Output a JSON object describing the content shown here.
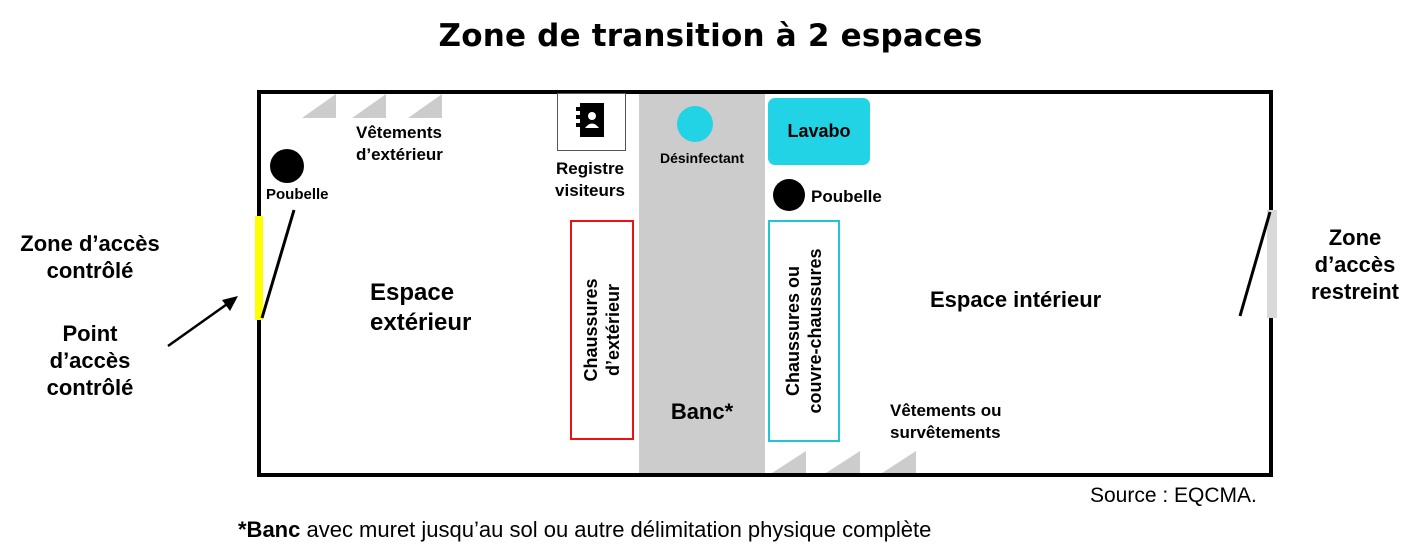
{
  "title": "Zone de transition à 2 espaces",
  "left_labels": {
    "zone": [
      "Zone d’accès",
      "contrôlé"
    ],
    "point": [
      "Point",
      "d’accès",
      "contrôlé"
    ]
  },
  "right_label": [
    "Zone",
    "d’accès",
    "restreint"
  ],
  "outer": {
    "clothes": [
      "Vêtements",
      "d’extérieur"
    ],
    "bin": "Poubelle",
    "space": [
      "Espace",
      "extérieur"
    ],
    "register": [
      "Registre",
      "visiteurs"
    ],
    "shoes": [
      "Chaussures",
      "d’extérieur"
    ]
  },
  "bench": {
    "disinfectant": "Désinfectant",
    "label": "Banc*"
  },
  "inner": {
    "sink": "Lavabo",
    "bin": "Poubelle",
    "shoes": [
      "Chaussures ou",
      "couvre-chaussures"
    ],
    "space": "Espace intérieur",
    "clothes": [
      "Vêtements ou",
      "survêtements"
    ]
  },
  "source": "Source : EQCMA.",
  "footnote": {
    "bold": "*Banc",
    "rest": " avec muret jusqu’au sol ou autre délimitation physique complète"
  },
  "colors": {
    "controlled_door": "#ffff00",
    "restricted_door": "#d9d9d9",
    "sink": "#22d3e6",
    "disinfectant": "#22d3e6",
    "bench": "#cccccc",
    "outer_shoes_border": "#ee1111",
    "inner_shoes_border": "#22c4d8",
    "hooks": "#cccccc"
  }
}
